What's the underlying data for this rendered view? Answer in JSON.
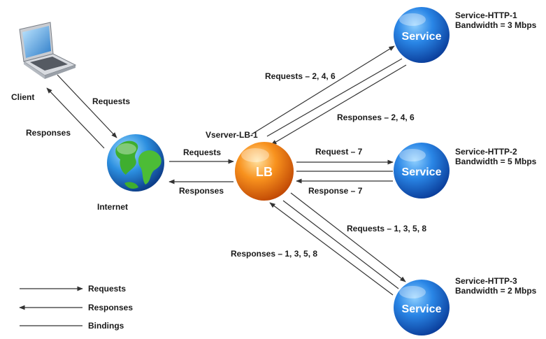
{
  "client": {
    "label": "Client"
  },
  "internet": {
    "label": "Internet"
  },
  "vserver": {
    "label": "Vserver-LB-1",
    "node_text": "LB"
  },
  "services": [
    {
      "name": "Service-HTTP-1",
      "bandwidth": "Bandwidth = 3 Mbps",
      "node_text": "Service"
    },
    {
      "name": "Service-HTTP-2",
      "bandwidth": "Bandwidth = 5 Mbps",
      "node_text": "Service"
    },
    {
      "name": "Service-HTTP-3",
      "bandwidth": "Bandwidth = 2 Mbps",
      "node_text": "Service"
    }
  ],
  "edges": {
    "client_requests": "Requests",
    "client_responses": "Responses",
    "internet_requests": "Requests",
    "internet_responses": "Responses",
    "svc1_requests": "Requests – 2, 4, 6",
    "svc1_responses": "Responses – 2, 4, 6",
    "svc2_request": "Request – 7",
    "svc2_response": "Response – 7",
    "svc3_requests": "Requests – 1, 3, 5, 8",
    "svc3_responses": "Responses – 1, 3, 5, 8"
  },
  "legend": {
    "requests": "Requests",
    "responses": "Responses",
    "bindings": "Bindings"
  },
  "colors": {
    "service_blue": "#1560c8",
    "lb_orange": "#f07a10",
    "line": "#333333"
  }
}
